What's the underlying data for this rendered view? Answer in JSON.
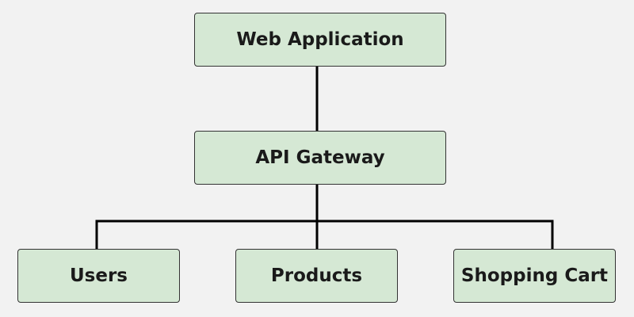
{
  "diagram": {
    "type": "tree",
    "colors": {
      "background": "#f2f2f2",
      "node_fill": "#d5e8d4",
      "node_border": "#333333",
      "connector": "#000000",
      "text": "#1a1a1a"
    },
    "nodes": {
      "web_application": "Web Application",
      "api_gateway": "API Gateway",
      "users": "Users",
      "products": "Products",
      "shopping_cart": "Shopping Cart"
    },
    "edges": [
      [
        "web_application",
        "api_gateway"
      ],
      [
        "api_gateway",
        "users"
      ],
      [
        "api_gateway",
        "products"
      ],
      [
        "api_gateway",
        "shopping_cart"
      ]
    ]
  }
}
